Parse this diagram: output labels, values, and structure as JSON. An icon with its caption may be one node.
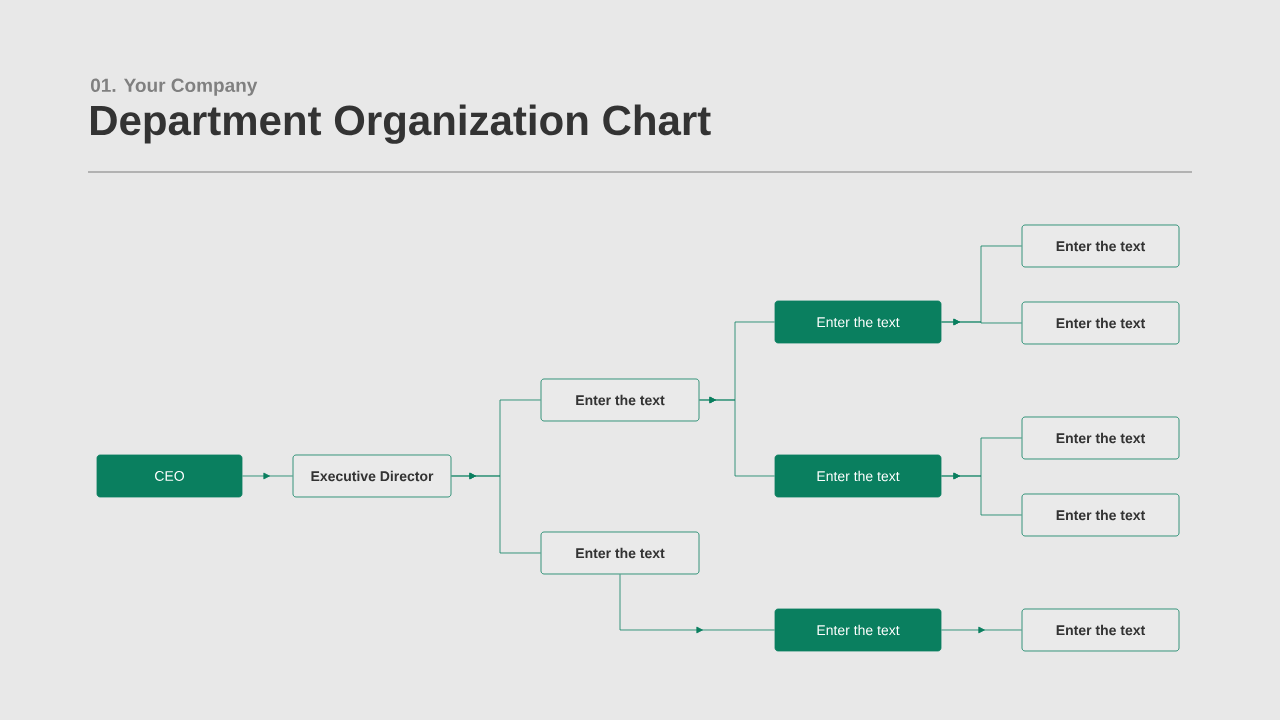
{
  "diagram": {
    "title": "Department Organization Chart",
    "nodes": [
      {
        "text": [
          "CEO"
        ]
      },
      {
        "text": [
          "Executive Director"
        ]
      },
      {
        "text": [
          "Enter the text"
        ]
      },
      {
        "text": [
          "Enter the text"
        ]
      },
      {
        "text": [
          "Enter the text"
        ]
      },
      {
        "text": [
          "Enter the text"
        ]
      },
      {
        "text": [
          "Enter the text"
        ]
      },
      {
        "text": [
          "Enter the text"
        ]
      },
      {
        "text": [
          "Enter the text"
        ]
      },
      {
        "text": [
          "Enter the text"
        ]
      },
      {
        "text": [
          "Enter the text"
        ]
      },
      {
        "text": [
          "Enter the text"
        ]
      }
    ],
    "edges": [
      {
        "from": 0,
        "to": 1,
        "arrow": "to"
      },
      {
        "from": 1,
        "to": 2,
        "arrow": "to"
      },
      {
        "from": 1,
        "to": 3,
        "arrow": "to"
      },
      {
        "from": 2,
        "to": 4,
        "arrow": "to"
      },
      {
        "from": 2,
        "to": 5,
        "arrow": "to"
      },
      {
        "from": 3,
        "to": 6,
        "arrow": "to"
      },
      {
        "from": 4,
        "to": 7,
        "arrow": "to"
      },
      {
        "from": 4,
        "to": 8,
        "arrow": "to"
      },
      {
        "from": 5,
        "to": 9,
        "arrow": "to"
      },
      {
        "from": 5,
        "to": 10,
        "arrow": "to"
      },
      {
        "from": 6,
        "to": 11,
        "arrow": "to"
      }
    ],
    "labels": [
      "01. Your Company"
    ]
  }
}
